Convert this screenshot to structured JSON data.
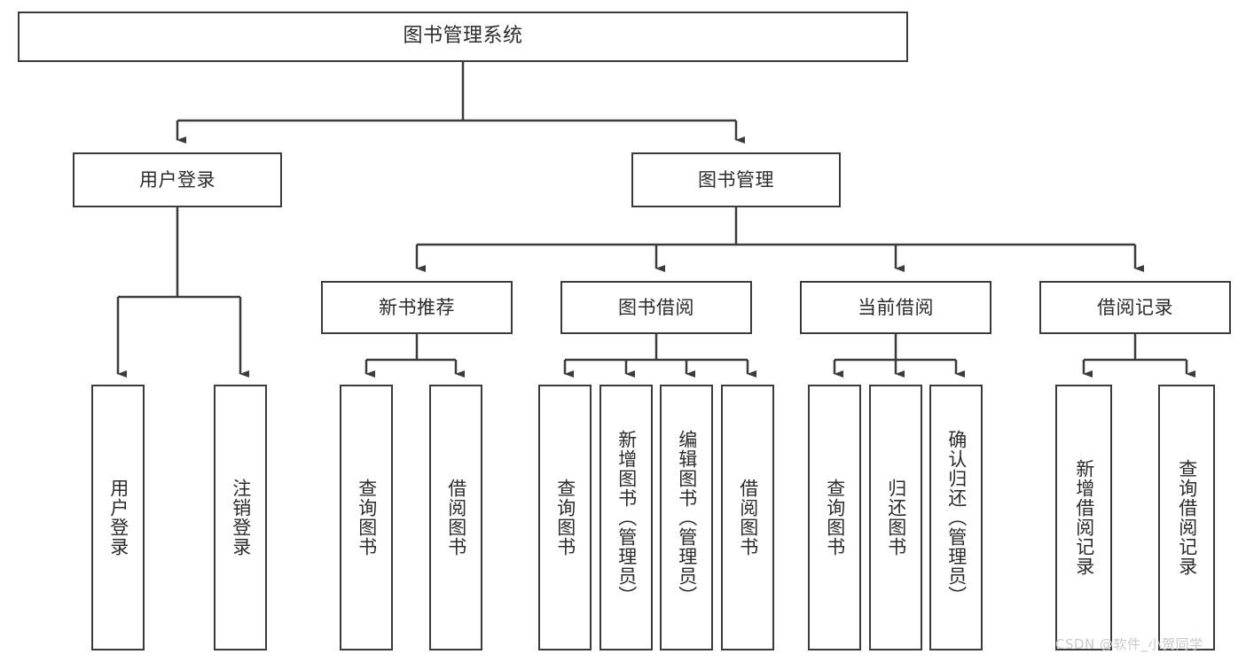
{
  "diagram": {
    "type": "tree-hierarchy",
    "title": "图书管理系统",
    "watermark": "CSDN @软件_小贺同学",
    "levels": {
      "root": {
        "label": "图书管理系统"
      },
      "level2": [
        {
          "id": "user-login",
          "label": "用户登录"
        },
        {
          "id": "book-management",
          "label": "图书管理"
        }
      ],
      "level3": [
        {
          "id": "new-book-recommend",
          "label": "新书推荐",
          "parent": "book-management"
        },
        {
          "id": "book-borrow",
          "label": "图书借阅",
          "parent": "book-management"
        },
        {
          "id": "current-borrow",
          "label": "当前借阅",
          "parent": "book-management"
        },
        {
          "id": "borrow-record",
          "label": "借阅记录",
          "parent": "book-management"
        }
      ],
      "leaves": {
        "user-login": [
          {
            "id": "leaf-user-login",
            "label": "用户登录"
          },
          {
            "id": "leaf-logout-login",
            "label": "注销登录"
          }
        ],
        "new-book-recommend": [
          {
            "id": "leaf-query-book-1",
            "label": "查询图书"
          },
          {
            "id": "leaf-borrow-book-1",
            "label": "借阅图书"
          }
        ],
        "book-borrow": [
          {
            "id": "leaf-query-book-2",
            "label": "查询图书"
          },
          {
            "id": "leaf-add-book",
            "label": "新增图书（管理员）"
          },
          {
            "id": "leaf-edit-book",
            "label": "编辑图书（管理员）"
          },
          {
            "id": "leaf-borrow-book-2",
            "label": "借阅图书"
          }
        ],
        "current-borrow": [
          {
            "id": "leaf-query-book-3",
            "label": "查询图书"
          },
          {
            "id": "leaf-return-book",
            "label": "归还图书"
          },
          {
            "id": "leaf-confirm-return",
            "label": "确认归还（管理员）"
          }
        ],
        "borrow-record": [
          {
            "id": "leaf-add-record",
            "label": "新增借阅记录"
          },
          {
            "id": "leaf-query-record",
            "label": "查询借阅记录"
          }
        ]
      }
    },
    "colors": {
      "stroke": "#3b3b3b",
      "fill": "#ffffff",
      "text": "#2b2b2b",
      "watermark": "#c9c9c9"
    }
  }
}
